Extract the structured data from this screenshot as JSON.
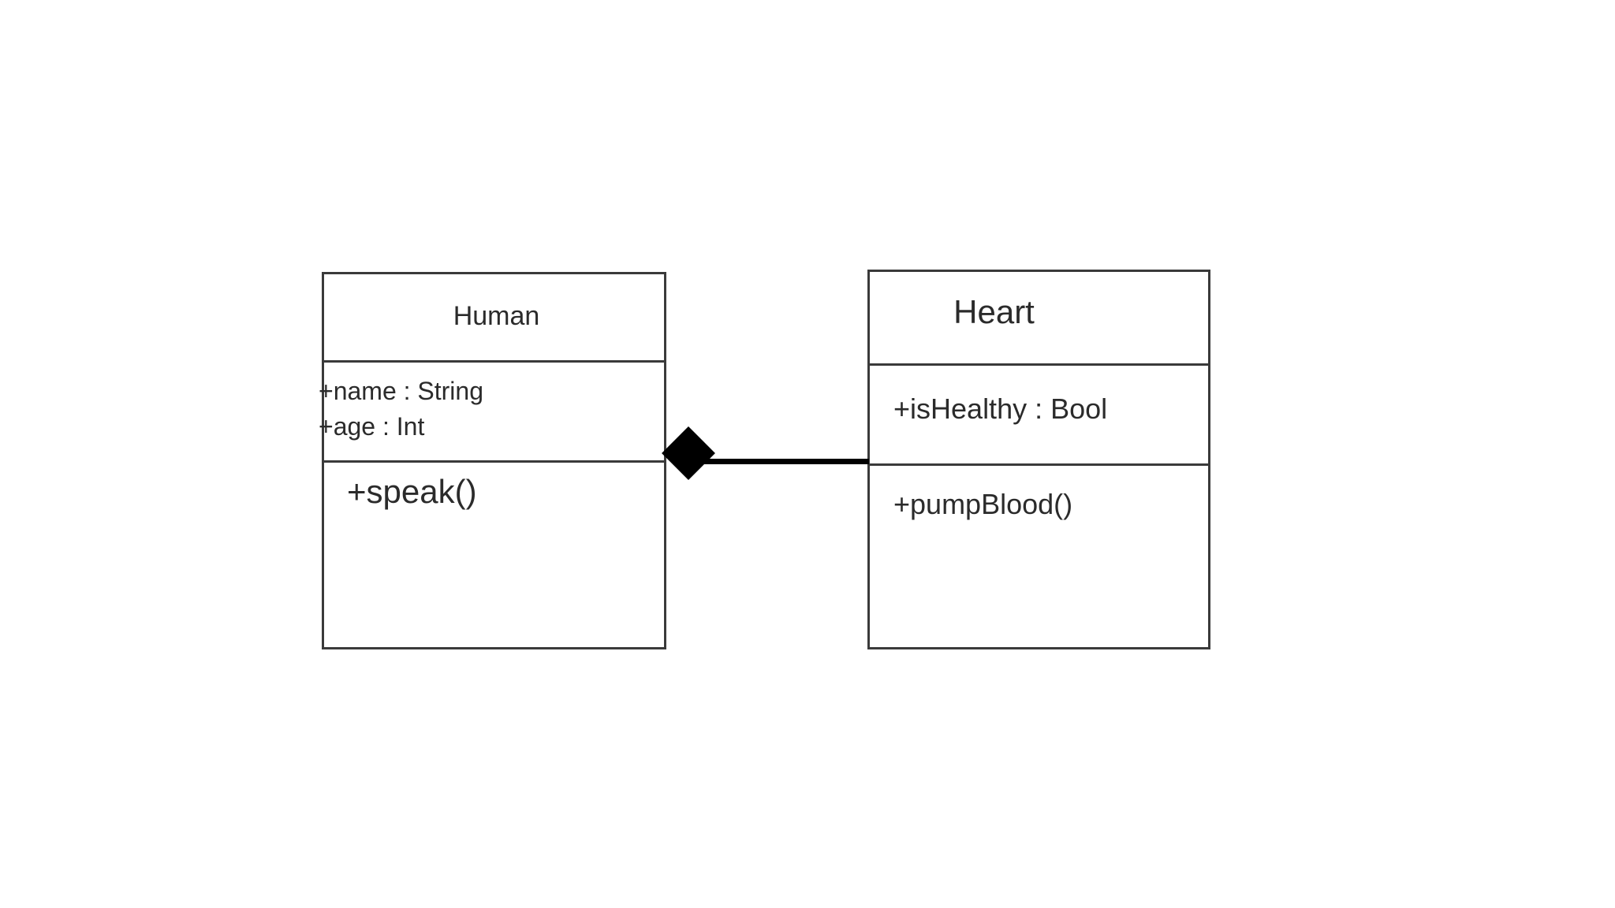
{
  "diagram": {
    "kind": "uml-class-diagram",
    "background_color": "#ffffff",
    "stroke_color": "#3a3a3a",
    "text_color": "#2b2b2b",
    "connector_color": "#000000"
  },
  "classes": [
    {
      "name": "Human",
      "attributes": [
        "+name : String",
        "+age : Int"
      ],
      "methods": [
        "+speak()"
      ]
    },
    {
      "name": "Heart",
      "attributes": [
        "+isHealthy : Bool"
      ],
      "methods": [
        "+pumpBlood()"
      ]
    }
  ],
  "relationship": {
    "type": "composition",
    "source": "Human",
    "target": "Heart",
    "marker": "filled-diamond",
    "marker_end": "source"
  }
}
